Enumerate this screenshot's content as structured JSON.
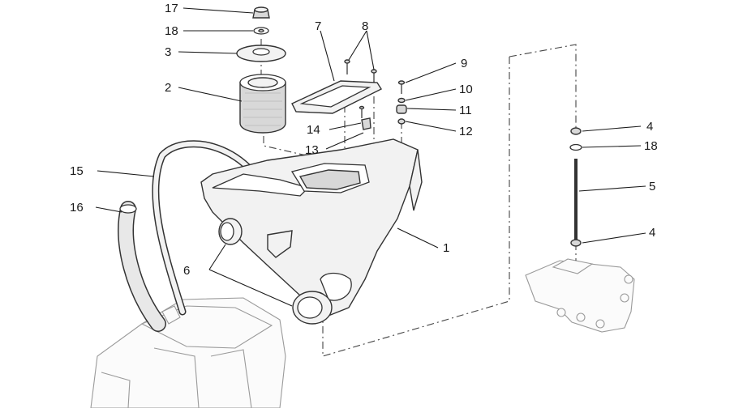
{
  "callouts": {
    "c1": "1",
    "c2": "2",
    "c3": "3",
    "c4a": "4",
    "c4b": "4",
    "c5": "5",
    "c6": "6",
    "c7": "7",
    "c8": "8",
    "c9": "9",
    "c10": "10",
    "c11": "11",
    "c12": "12",
    "c13": "13",
    "c14": "14",
    "c15": "15",
    "c16": "16",
    "c17": "17",
    "c18a": "18",
    "c18b": "18"
  },
  "colors": {
    "line": "#1a1a1a",
    "fill": "#f2f2f2",
    "background": "#ffffff"
  }
}
